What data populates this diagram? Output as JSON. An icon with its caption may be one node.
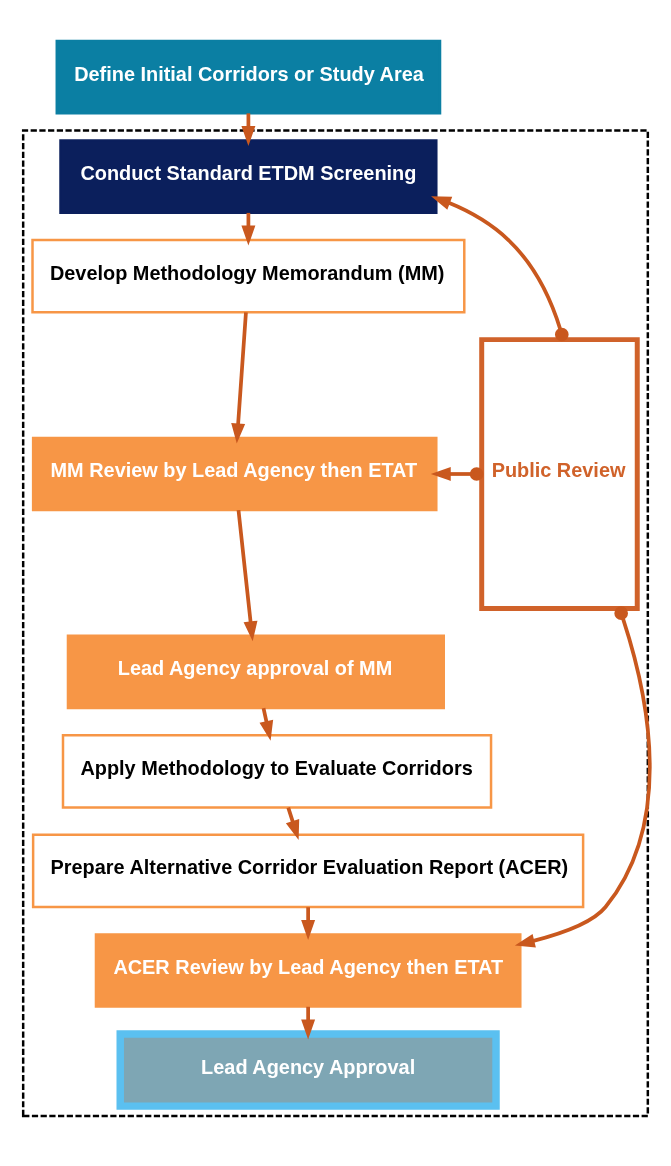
{
  "diagram": {
    "nodes": [
      {
        "text": [
          "Define Initial Corridors or Study Area"
        ]
      },
      {
        "text": [],
        "shape": "box"
      },
      {
        "text": [
          "Conduct Standard ETDM Screening"
        ],
        "in": 1
      },
      {
        "text": [
          "Develop Methodology Memorandum (MM)"
        ],
        "in": 1
      },
      {
        "text": [
          "MM Review by Lead Agency then ETAT"
        ],
        "in": 1
      },
      {
        "text": [
          "Lead Agency approval of MM"
        ],
        "in": 1
      },
      {
        "text": [
          "Apply Methodology to Evaluate Corridors"
        ],
        "in": 1
      },
      {
        "text": [
          "Prepare Alternative Corridor Evaluation Report (ACER)"
        ],
        "in": 1
      },
      {
        "text": [
          "ACER Review by Lead Agency then ETAT"
        ],
        "in": 1
      },
      {
        "text": [
          "Lead Agency Approval"
        ],
        "in": 1
      },
      {
        "text": [
          "Public Review"
        ],
        "in": 1
      }
    ],
    "edges": [
      {
        "from": 0,
        "to": 2,
        "arrow": "to"
      },
      {
        "from": 2,
        "to": 3,
        "arrow": "to"
      },
      {
        "from": 3,
        "to": 4,
        "arrow": "to"
      },
      {
        "from": 4,
        "to": 5,
        "arrow": "to"
      },
      {
        "from": 5,
        "to": 6,
        "arrow": "to"
      },
      {
        "from": 6,
        "to": 7,
        "arrow": "to"
      },
      {
        "from": 7,
        "to": 8,
        "arrow": "to"
      },
      {
        "from": 8,
        "to": 9,
        "arrow": "to"
      },
      {
        "from": 10,
        "to": 2,
        "arrow": "to"
      },
      {
        "from": 10,
        "to": 4,
        "arrow": "to"
      },
      {
        "from": 10,
        "to": 8,
        "arrow": "to"
      }
    ]
  }
}
